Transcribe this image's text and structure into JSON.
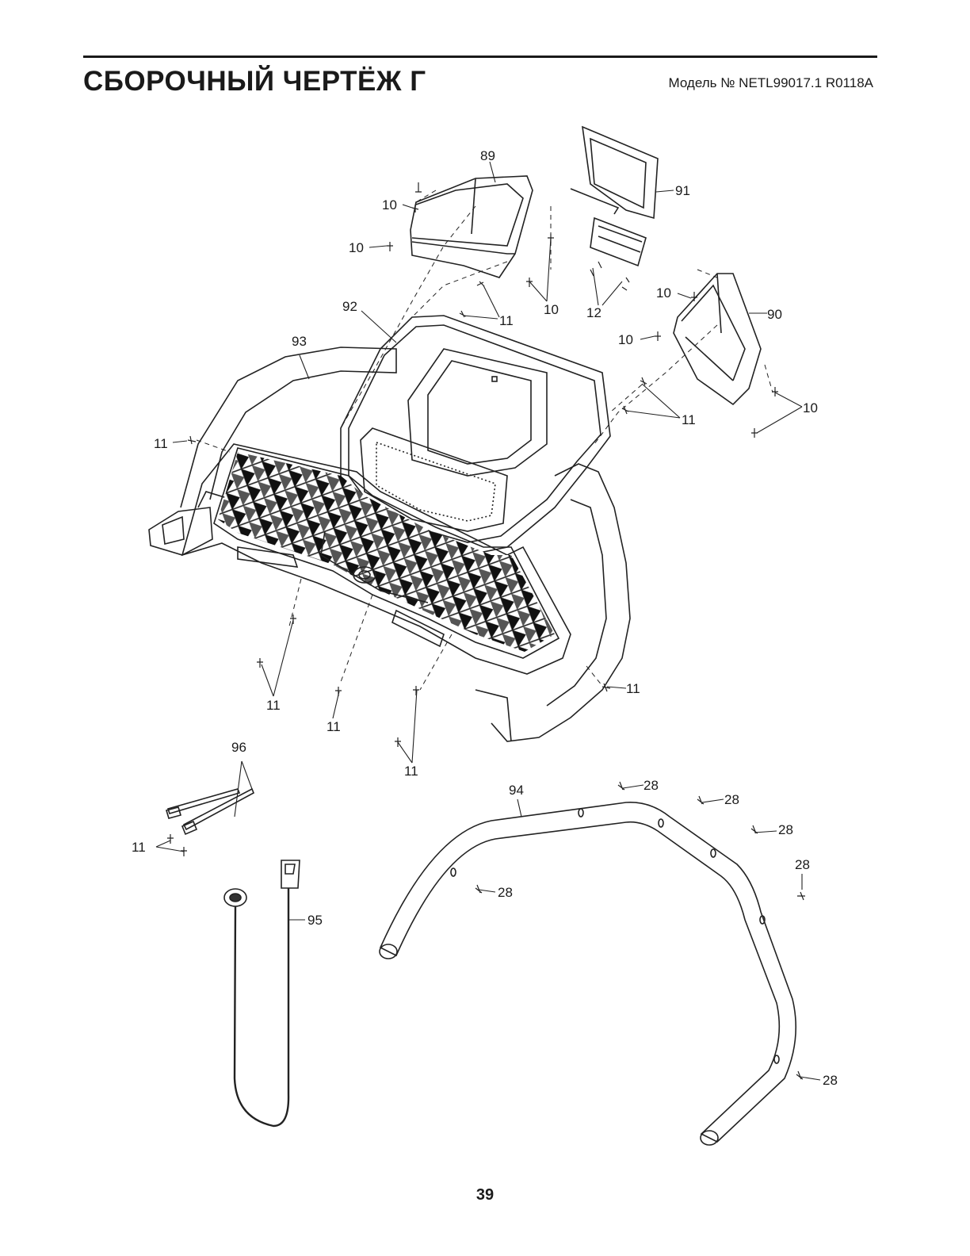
{
  "header": {
    "title": "СБОРОЧНЫЙ ЧЕРТЁЖ Г",
    "model": "Модель № NETL99017.1 R0118A"
  },
  "callouts": {
    "c89": "89",
    "c91": "91",
    "c90": "90",
    "c92": "92",
    "c93": "93",
    "c94": "94",
    "c95": "95",
    "c96": "96",
    "c10a": "10",
    "c10b": "10",
    "c10c": "10",
    "c10d": "10",
    "c10e": "10",
    "c10f": "10",
    "c12": "12",
    "c11a": "11",
    "c11b": "11",
    "c11c": "11",
    "c11d": "11",
    "c11e": "11",
    "c11f": "11",
    "c11g": "11",
    "c11h": "11",
    "c28a": "28",
    "c28b": "28",
    "c28c": "28",
    "c28d": "28",
    "c28e": "28",
    "c28f": "28"
  },
  "page_number": "39"
}
